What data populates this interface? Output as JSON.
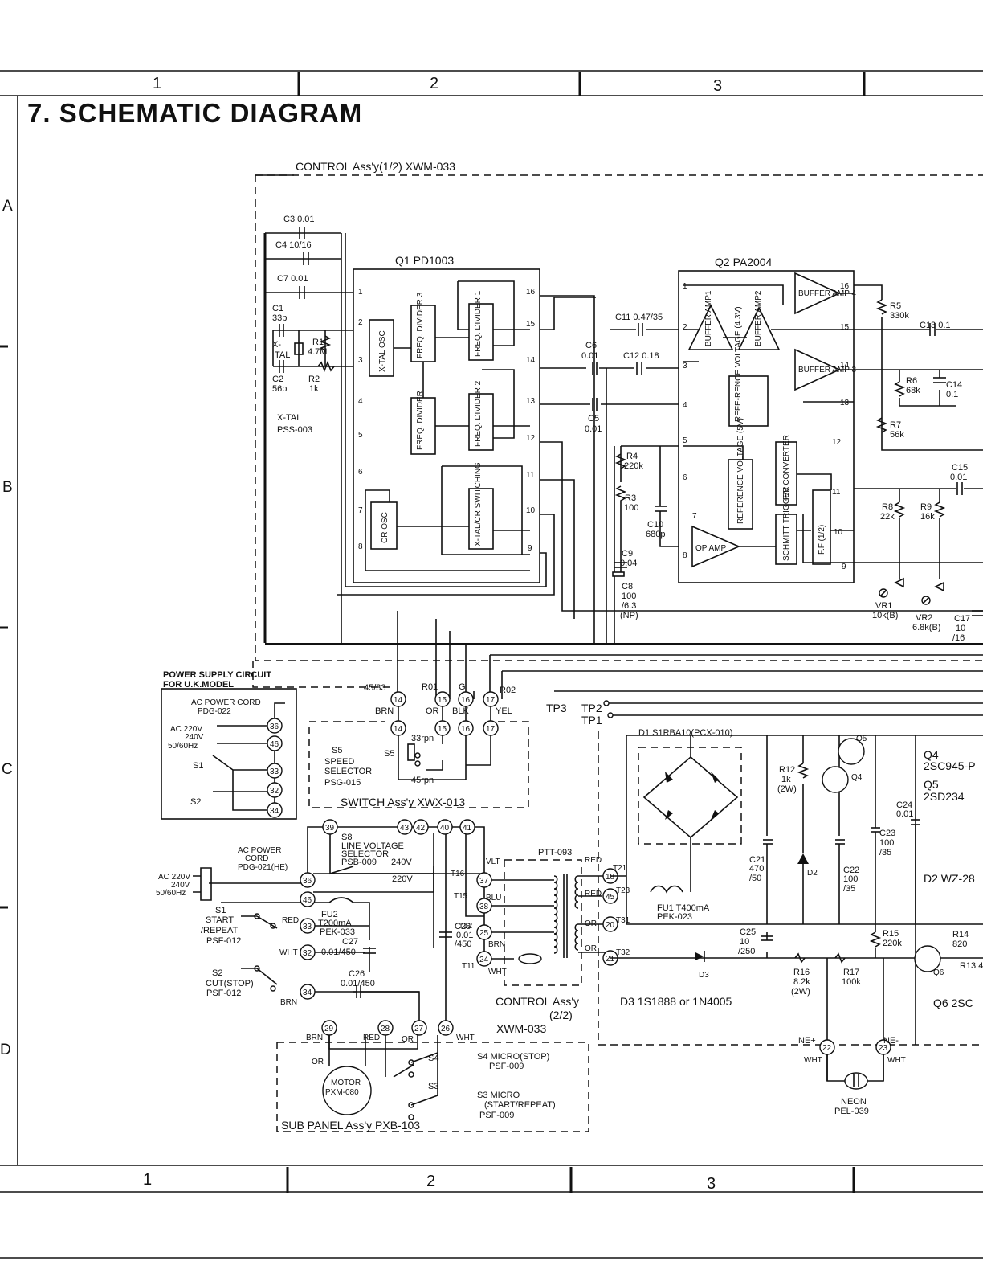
{
  "page": {
    "title": "7. SCHEMATIC DIAGRAM",
    "columns": [
      "1",
      "2",
      "3"
    ],
    "rows": [
      "A",
      "B",
      "C",
      "D"
    ]
  },
  "assemblies": {
    "control_top": "CONTROL  Ass'y(1/2) XWM-033",
    "control_bottom_1": "CONTROL Ass'y",
    "control_bottom_2": "(2/2)",
    "control_bottom_3": "XWM-033",
    "switch": "SWITCH Ass'y  XWX-013",
    "sub_panel": "SUB PANEL Ass'y  PXB-103",
    "uk_1": "POWER SUPPLY CIRCUIT",
    "uk_2": "FOR U.K.MODEL"
  },
  "q1": {
    "name": "Q1    PD1003",
    "blocks": [
      "X-TAL OSC",
      "FREQ. DIVIDER 3",
      "FREQ. DIVIDER 1",
      "FREQ. DIVIDER",
      "FREQ. DIVIDER 2",
      "CR OSC",
      "X-TAL/CR SWITCHING"
    ],
    "pins_left": [
      "1",
      "2",
      "3",
      "4",
      "5",
      "6",
      "7",
      "8"
    ],
    "pins_right": [
      "16",
      "15",
      "14",
      "13",
      "12",
      "11",
      "10",
      "9"
    ]
  },
  "q2": {
    "name": "Q2    PA2004",
    "blocks": [
      "BUFFER AMP1",
      "BUFFER AMP2",
      "BUFFER AMP 4",
      "BUFFER AMP 3",
      "REFE-RENCE VOLTAGE (4.3V)",
      "REFERENCE VOLTAGE (5V)",
      "F/V CONVERTER",
      "SCHMITT TRIGGER",
      "F.F (1/2)",
      "OP AMP"
    ],
    "pins_left": [
      "1",
      "2",
      "3",
      "4",
      "5",
      "6",
      "7",
      "8"
    ],
    "pins_right": [
      "16",
      "15",
      "14",
      "13",
      "12",
      "11",
      "10",
      "9"
    ]
  },
  "components": {
    "c3": "C3  0.01",
    "c4": "C4  10/16",
    "c7": "C7  0.01",
    "c1a": "C1",
    "c1b": "33p",
    "xtal_a": "X-",
    "xtal_b": "TAL",
    "r1a": "R1",
    "r1b": "4.7M",
    "c2a": "C2",
    "c2b": "56p",
    "r2a": "R2",
    "r2b": "1k",
    "xtal_name": "X-TAL",
    "xtal_part": "PSS-003",
    "c11": "C11  0.47/35",
    "c6a": "C6",
    "c6b": "0.01",
    "c12": "C12  0.18",
    "c5a": "C5",
    "c5b": "0.01",
    "r4a": "R4",
    "r4b": "220k",
    "r3a": "R3",
    "r3b": "100",
    "c10a": "C10",
    "c10b": "680p",
    "c9a": "C9",
    "c9b": "0.04",
    "c8a": "C8",
    "c8b": "100",
    "c8c": "/6.3",
    "c8d": "(NP)",
    "r5a": "R5",
    "r5b": "330k",
    "c13": "C13  0.1",
    "r6a": "R6",
    "r6b": "68k",
    "c14a": "C14",
    "c14b": "0.1",
    "r7a": "R7",
    "r7b": "56k",
    "c15a": "C15",
    "c15b": "0.01",
    "r8a": "R8",
    "r8b": "22k",
    "r9a": "R9",
    "r9b": "16k",
    "vr1a": "VR1",
    "vr1b": "10k(B)",
    "vr2a": "VR2",
    "vr2b": "6.8k(B)",
    "c17a": "C17",
    "c17b": "10",
    "c17c": "/16",
    "tp3": "TP3",
    "tp2": "TP2",
    "tp1": "TP1",
    "d1": "D1    S1RBA10(PCX-010)",
    "q5": "Q5",
    "q4": "Q4",
    "q4_desc_a": "Q4",
    "q4_desc_b": "2SC945-P",
    "q5_desc_a": "Q5",
    "q5_desc_b": "2SD234",
    "r12a": "R12",
    "r12b": "1k",
    "r12c": "(2W)",
    "c24a": "C24",
    "c24b": "0.01",
    "c23a": "C23",
    "c23b": "100",
    "c23c": "/35",
    "c21a": "C21",
    "c21b": "470",
    "c21c": "/50",
    "d2": "D2",
    "c22a": "C22",
    "c22b": "100",
    "c22c": "/35",
    "d2_desc": "D2  WZ-28",
    "fu1a": "FU1 T400mA",
    "fu1b": "PEK-023",
    "c25a": "C25",
    "c25b": "10",
    "c25c": "/250",
    "r15a": "R15",
    "r15b": "220k",
    "r14a": "R14",
    "r14b": "820",
    "r13": "R13  4",
    "q6": "Q6",
    "d3": "D3",
    "r16a": "R16",
    "r16b": "8.2k",
    "r16c": "(2W)",
    "r17a": "R17",
    "r17b": "100k",
    "d3_desc": "D3  1S1888  or  1N4005",
    "q6_desc": "Q6   2SC",
    "ne_plus": "NE+",
    "ne_minus": "NE-",
    "neon_a": "NEON",
    "neon_b": "PEL-039",
    "wht": "WHT",
    "ac_cord_a": "AC POWER CORD",
    "ac_cord_b": "PDG-022",
    "ac_uk_a": "AC 220V",
    "ac_uk_b": "240V",
    "ac_uk_c": "50/60Hz",
    "s1": "S1",
    "s2": "S2",
    "s5a": "S5",
    "s5b": "SPEED",
    "s5c": "SELECTOR",
    "s5d": "PSG-015",
    "s5e": "S5",
    "rpm33": "33rpn",
    "rpm45": "45rpn",
    "w4533": "45/33",
    "r01": "R01",
    "g": "G",
    "r02": "R02",
    "brn": "BRN",
    "or": "OR",
    "blk": "BLK",
    "yel": "YEL",
    "s8a": "S8",
    "s8b": "LINE VOLTAGE",
    "s8c": "SELECTOR",
    "s8d": "PSB-009",
    "v240": "240V",
    "v220": "220V",
    "ac2a": "AC POWER",
    "ac2b": "CORD",
    "ac2c": "PDG-021(HE)",
    "ac2d": "AC 220V",
    "ac2e": "240V",
    "ac2f": "50/60Hz",
    "fu2a": "FU2",
    "fu2b": "T200mA",
    "fu2c": "PEK-033",
    "s1a": "S1",
    "s1b": "START",
    "s1c": "/REPEAT",
    "s1d": "PSF-012",
    "s2a": "S2",
    "s2b": "CUT(STOP)",
    "s2c": "PSF-012",
    "red": "RED",
    "c27": "C27",
    "c27b": "0.01/450",
    "c26": "C26",
    "c26b": "0.01/450",
    "c28a": "C28",
    "c28b": "0.01",
    "c28c": "/450",
    "vlt": "VLT",
    "t16": "T16",
    "t15": "T15",
    "t12": "T12",
    "t11": "T11",
    "blu": "BLU",
    "ptt": "PTT-093",
    "t21": "T21",
    "t23": "T23",
    "t31": "T31",
    "t32": "T32",
    "motor_a": "MOTOR",
    "motor_b": "PXM-080",
    "s4a": "S4",
    "s4b": "S4  MICRO(STOP)",
    "s4c": "PSF-009",
    "s3a": "S3",
    "s3b": "S3  MICRO",
    "s3c": "(START/REPEAT)",
    "s3d": "PSF-009"
  },
  "terminals": [
    "14",
    "15",
    "16",
    "17",
    "36",
    "46",
    "33",
    "32",
    "34",
    "39",
    "43",
    "42",
    "40",
    "41",
    "37",
    "38",
    "25",
    "24",
    "18",
    "45",
    "20",
    "21",
    "29",
    "28",
    "27",
    "26",
    "22",
    "23"
  ]
}
